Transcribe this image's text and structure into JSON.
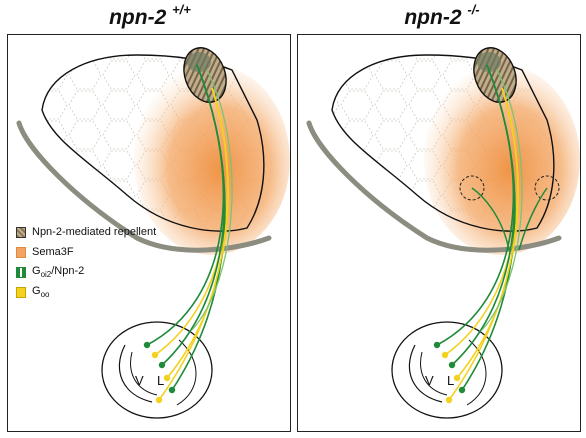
{
  "titles": {
    "left": {
      "gene": "npn-2",
      "genotype": "+/+"
    },
    "right": {
      "gene": "npn-2",
      "genotype": "-/-"
    }
  },
  "legend": {
    "items": [
      {
        "label": "Npn-2-mediated repellent",
        "swatch": "hatched-brown"
      },
      {
        "label": "Sema3F",
        "swatch": "orange"
      },
      {
        "label_main": "G",
        "label_sub": "oi2",
        "label_tail": "/Npn-2",
        "swatch": "green-double"
      },
      {
        "label_main": "G",
        "label_sub": "oo",
        "label_tail": "",
        "swatch": "yellow"
      }
    ]
  },
  "organ_labels": {
    "v": "V",
    "l": "L"
  },
  "colors": {
    "green": "#1f8b3a",
    "light_green": "#7cc36f",
    "yellow": "#f3d11e",
    "orange": "#f2a465",
    "hatch": "#8a7556",
    "ridge": "#8c8c80"
  }
}
